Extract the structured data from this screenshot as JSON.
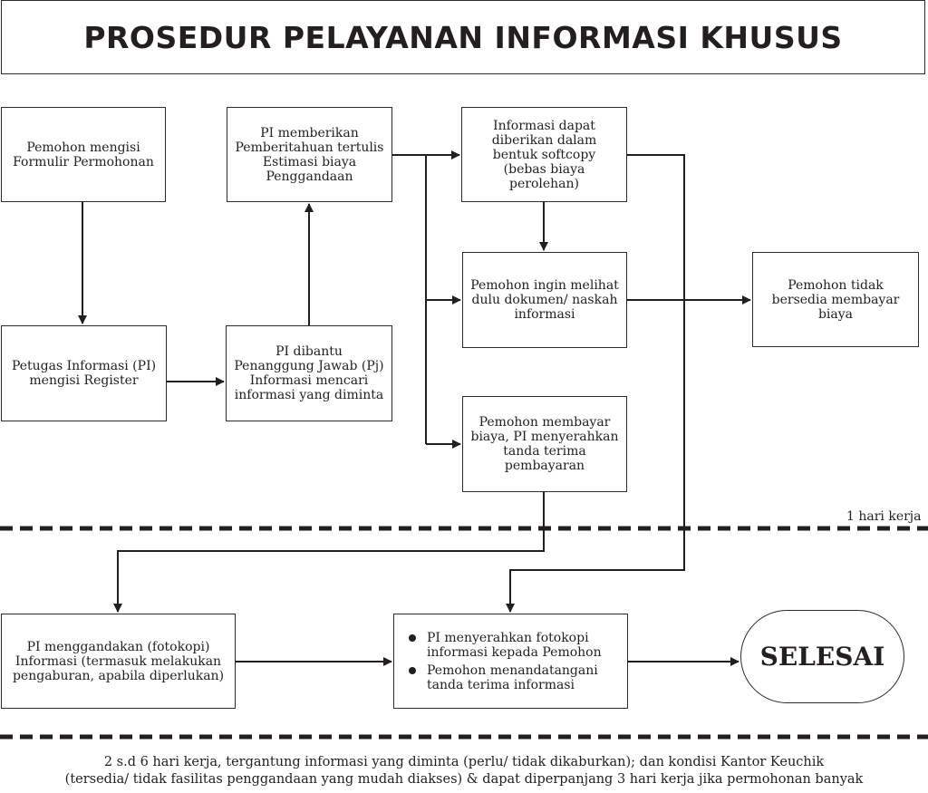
{
  "title": "PROSEDUR PELAYANAN INFORMASI KHUSUS",
  "boxes": {
    "formulir": "Pemohon mengisi Formulir Permohonan",
    "register": "Petugas Informasi (PI) mengisi Register",
    "pj_mencari": "PI dibantu Penanggung Jawab (Pj) Informasi mencari informasi yang diminta",
    "pemberitahuan": "PI memberikan Pemberitahuan tertulis Estimasi biaya Penggandaan",
    "softcopy": "Informasi dapat diberikan dalam bentuk softcopy (bebas biaya perolehan)",
    "melihat": "Pemohon ingin melihat dulu dokumen/ naskah informasi",
    "tidak_bersedia": "Pemohon tidak bersedia membayar biaya",
    "membayar": "Pemohon membayar biaya, PI menyerahkan tanda terima pembayaran",
    "menggandakan": "PI menggandakan (fotokopi) Informasi (termasuk melakukan pengaburan, apabila diperlukan)",
    "menyerahkan": [
      "PI menyerahkan fotokopi informasi kepada Pemohon",
      "Pemohon menandatangani tanda terima informasi"
    ]
  },
  "end_label": "SELESAI",
  "divider_label": "1 hari kerja",
  "footer": {
    "line1": "2 s.d 6 hari kerja, tergantung informasi yang diminta (perlu/ tidak dikaburkan); dan kondisi Kantor Keuchik",
    "line2": "(tersedia/ tidak fasilitas penggandaan yang mudah diakses) & dapat diperpanjang 3 hari kerja jika permohonan banyak"
  },
  "colors": {
    "line": "#231f20",
    "text": "#231f20",
    "background": "#ffffff"
  }
}
